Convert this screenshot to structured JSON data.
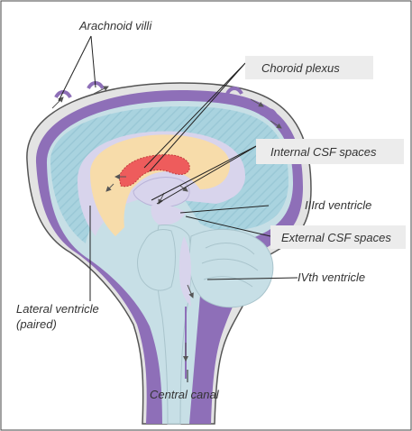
{
  "diagram": {
    "labels": {
      "arachnoid_villi": "Arachnoid villi",
      "choroid_plexus": "Choroid plexus",
      "internal_csf": "Internal CSF spaces",
      "third_ventricle": "IIIrd ventricle",
      "external_csf": "External CSF spaces",
      "fourth_ventricle": "IVth ventricle",
      "lateral_ventricle_line1": "Lateral ventricle",
      "lateral_ventricle_line2": "(paired)",
      "central_canal": "Central canal"
    },
    "colors": {
      "skull": "#e3e3e3",
      "skull_outline": "#555555",
      "csf_space": "#8e6fb8",
      "brain_tissue": "#c7dfe6",
      "cerebrum": "#a9d3df",
      "white_matter": "#d8d4ec",
      "ventricle": "#f7dcaa",
      "choroid_plexus": "#ee5c5c",
      "label_box": "#ececec"
    }
  }
}
